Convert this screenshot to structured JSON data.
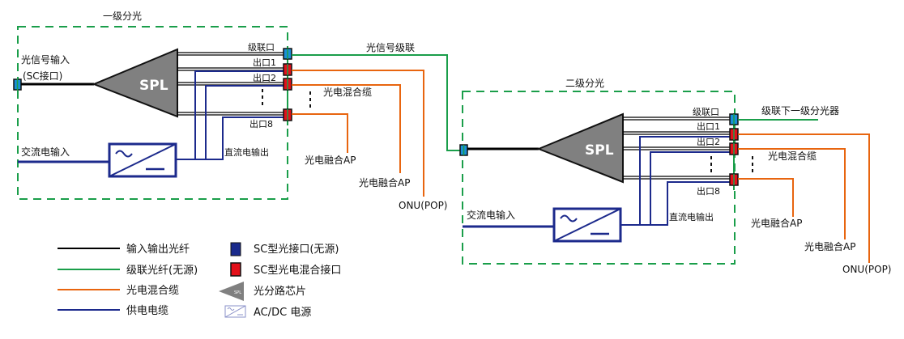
{
  "colors": {
    "fiber": "#000000",
    "cascade_fiber": "#1a9e4a",
    "hybrid_cable": "#e8650f",
    "power_cable": "#1c2a8c",
    "sc_port": "#1a8fd8",
    "hybrid_port": "#e3101a",
    "spl_fill": "#808080",
    "dashed_box": "#1a9e4a"
  },
  "stage1": {
    "title": "一级分光",
    "input_label_line1": "光信号输入",
    "input_label_line2": "(SC接口)",
    "spl_label": "SPL",
    "cascade_port_label": "级联口",
    "out1_label": "出口1",
    "out2_label": "出口2",
    "out8_label": "出口8",
    "ac_input_label": "交流电输入",
    "dc_output_label": "直流电输出",
    "ellipsis": "⋮"
  },
  "stage1_external": {
    "cascade_link_label": "光信号级联",
    "hybrid_cable_label": "光电混合缆",
    "ap1_label": "光电融合AP",
    "ap2_label": "光电融合AP",
    "onu_label": "ONU(POP)"
  },
  "stage2": {
    "title": "二级分光",
    "spl_label": "SPL",
    "cascade_port_label": "级联口",
    "out1_label": "出口1",
    "out2_label": "出口2",
    "out8_label": "出口8",
    "ac_input_label": "交流电输入",
    "dc_output_label": "直流电输出"
  },
  "stage2_external": {
    "cascade_next_label": "级联下一级分光器",
    "hybrid_cable_label": "光电混合缆",
    "ap1_label": "光电融合AP",
    "ap2_label": "光电融合AP",
    "onu_label": "ONU(POP)"
  },
  "legend": {
    "lines": [
      {
        "label": "输入输出光纤",
        "color": "#000000"
      },
      {
        "label": "级联光纤(无源)",
        "color": "#1a9e4a"
      },
      {
        "label": "光电混合缆",
        "color": "#e8650f"
      },
      {
        "label": "供电电缆",
        "color": "#1c2a8c"
      }
    ],
    "symbols": [
      {
        "label": "SC型光接口(无源)",
        "icon": "blue-square-port"
      },
      {
        "label": "SC型光电混合接口",
        "icon": "red-square-port"
      },
      {
        "label": "光分路芯片",
        "icon": "spl-triangle"
      },
      {
        "label": "AC/DC 电源",
        "icon": "acdc-converter"
      }
    ],
    "spl_mini_label": "SPL"
  }
}
